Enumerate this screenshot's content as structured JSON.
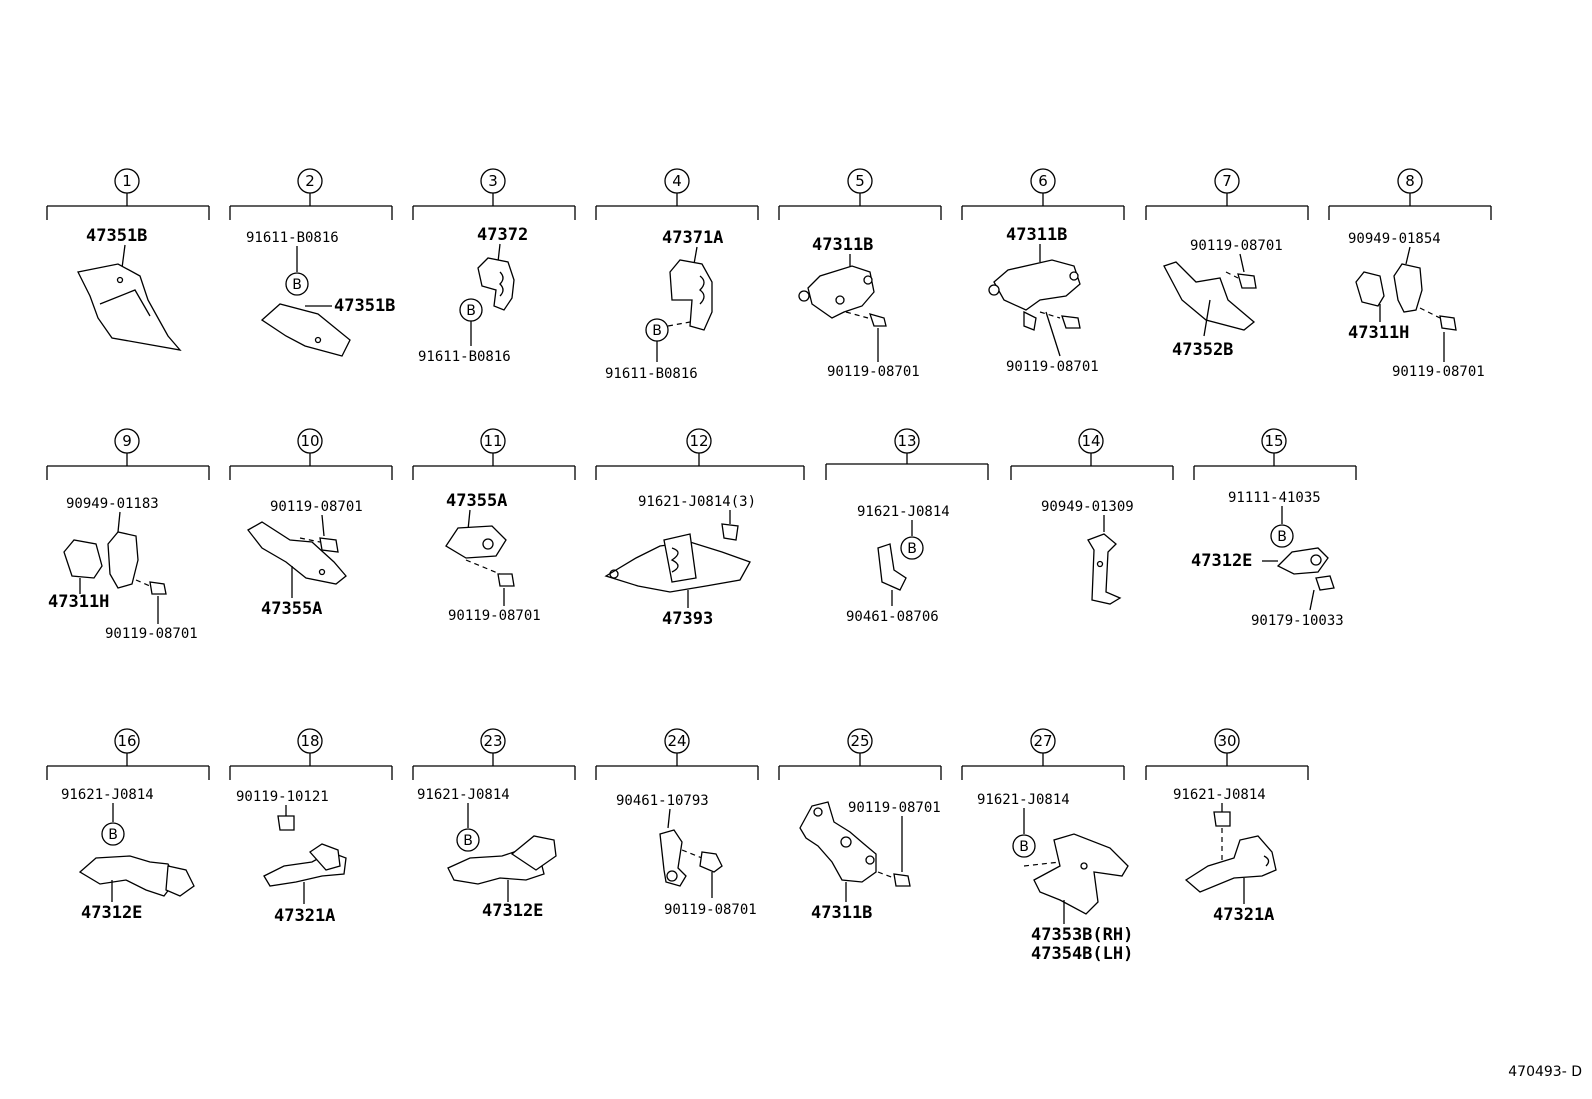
{
  "diagram": {
    "ref_code": "470493- D",
    "groups": [
      {
        "num": "1",
        "labels": [
          "47351B"
        ]
      },
      {
        "num": "2",
        "labels": [
          "91611-B0816",
          "47351B"
        ],
        "badge": "B"
      },
      {
        "num": "3",
        "labels": [
          "47372",
          "91611-B0816"
        ],
        "badge": "B"
      },
      {
        "num": "4",
        "labels": [
          "47371A",
          "91611-B0816"
        ],
        "badge": "B"
      },
      {
        "num": "5",
        "labels": [
          "47311B",
          "90119-08701"
        ]
      },
      {
        "num": "6",
        "labels": [
          "47311B",
          "90119-08701"
        ]
      },
      {
        "num": "7",
        "labels": [
          "90119-08701",
          "47352B"
        ]
      },
      {
        "num": "8",
        "labels": [
          "90949-01854",
          "47311H",
          "90119-08701"
        ]
      },
      {
        "num": "9",
        "labels": [
          "90949-01183",
          "47311H",
          "90119-08701"
        ]
      },
      {
        "num": "10",
        "labels": [
          "90119-08701",
          "47355A"
        ]
      },
      {
        "num": "11",
        "labels": [
          "47355A",
          "90119-08701"
        ]
      },
      {
        "num": "12",
        "labels": [
          "91621-J0814(3)",
          "47393"
        ]
      },
      {
        "num": "13",
        "labels": [
          "91621-J0814",
          "90461-08706"
        ],
        "badge": "B"
      },
      {
        "num": "14",
        "labels": [
          "90949-01309"
        ]
      },
      {
        "num": "15",
        "labels": [
          "91111-41035",
          "47312E",
          "90179-10033"
        ],
        "badge": "B"
      },
      {
        "num": "16",
        "labels": [
          "91621-J0814",
          "47312E"
        ],
        "badge": "B"
      },
      {
        "num": "18",
        "labels": [
          "90119-10121",
          "47321A"
        ]
      },
      {
        "num": "23",
        "labels": [
          "91621-J0814",
          "47312E"
        ],
        "badge": "B"
      },
      {
        "num": "24",
        "labels": [
          "90461-10793",
          "90119-08701"
        ]
      },
      {
        "num": "25",
        "labels": [
          "90119-08701",
          "47311B"
        ]
      },
      {
        "num": "27",
        "labels": [
          "91621-J0814",
          "47353B(RH)",
          "47354B(LH)"
        ],
        "badge": "B"
      },
      {
        "num": "30",
        "labels": [
          "91621-J0814",
          "47321A"
        ]
      }
    ]
  }
}
